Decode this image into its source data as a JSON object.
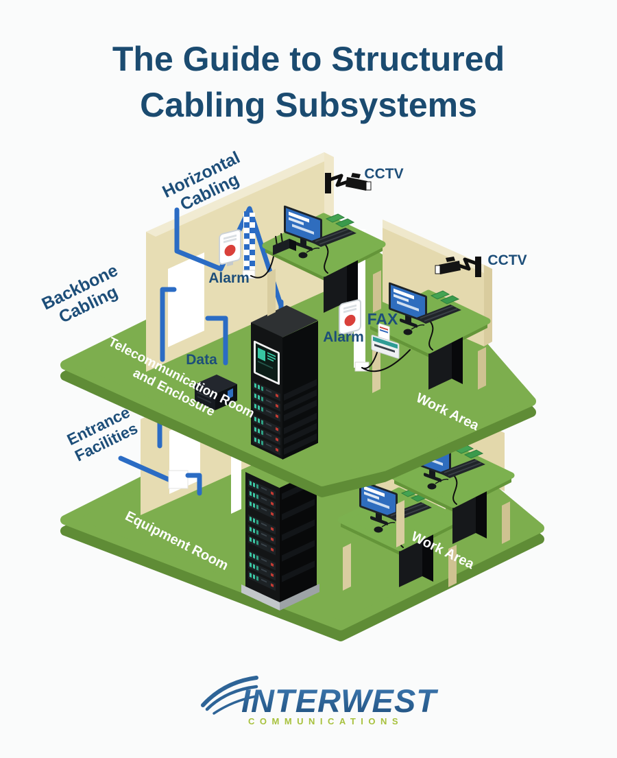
{
  "title": {
    "line1": "The Guide to Structured",
    "line2": "Cabling Subsystems"
  },
  "labels": {
    "horizontal_cabling": {
      "line1": "Horizontal",
      "line2": "Cabling"
    },
    "backbone_cabling": {
      "line1": "Backbone",
      "line2": "Cabling"
    },
    "entrance_facilities": {
      "line1": "Entrance",
      "line2": "Facilities"
    },
    "cctv_upper": "CCTV",
    "cctv_right": "CCTV",
    "alarm_upper": "Alarm",
    "alarm_right": "Alarm",
    "data": "Data",
    "fax": "FAX",
    "telecom_room": {
      "line1": "Telecommunication Room",
      "line2": "and Enclosure"
    },
    "work_area_upper": "Work Area",
    "work_area_lower": "Work Area",
    "equipment_room": "Equipment Room"
  },
  "logo": {
    "name": "INTERWEST",
    "tagline": "COMMUNICATIONS"
  },
  "colors": {
    "title_navy": "#1b4b70",
    "label_navy": "#1d4e79",
    "cable_blue": "#2b6cc4",
    "floor_green": "#7dae4e",
    "floor_edge_green": "#5f8c36",
    "wall_tan": "#e6dcb2",
    "wall_light": "#f1ebd2",
    "logo_blue": "#2e6497",
    "logo_green": "#a7c13d",
    "background": "#fafbfb"
  }
}
